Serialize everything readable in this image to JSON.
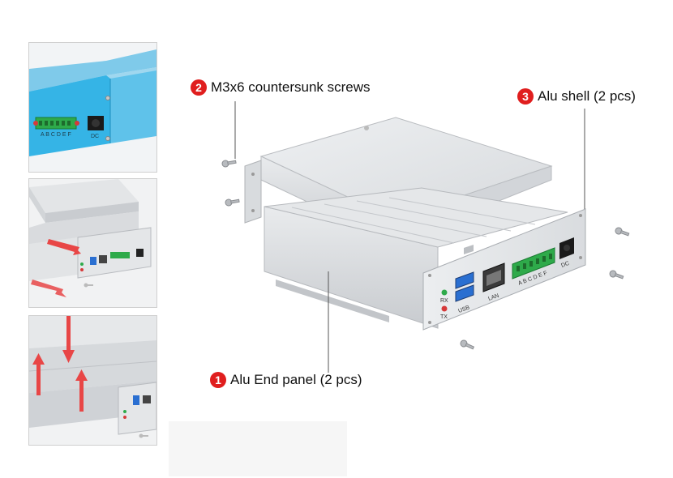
{
  "callouts": {
    "screws": {
      "number": "2",
      "text": "M3x6 countersunk screws"
    },
    "shell": {
      "number": "3",
      "text": "Alu shell (2 pcs)"
    },
    "end_panel": {
      "number": "1",
      "text": "Alu End panel (2 pcs)"
    }
  },
  "panel_labels": {
    "rx": "RX",
    "tx": "TX",
    "usb": "USB",
    "lan": "LAN",
    "terminals": "A B C D E F",
    "dc": "DC"
  },
  "thumb_labels": {
    "terminals": "A B C D E F",
    "dc": "DC"
  },
  "colors": {
    "badge": "#e01e1e",
    "aluminum": "#dcdfe2",
    "blue_enclosure": "#35b4e6",
    "terminal_green": "#2eaa4a",
    "usb_blue": "#2a6fd1",
    "arrow_red": "#e84646"
  }
}
